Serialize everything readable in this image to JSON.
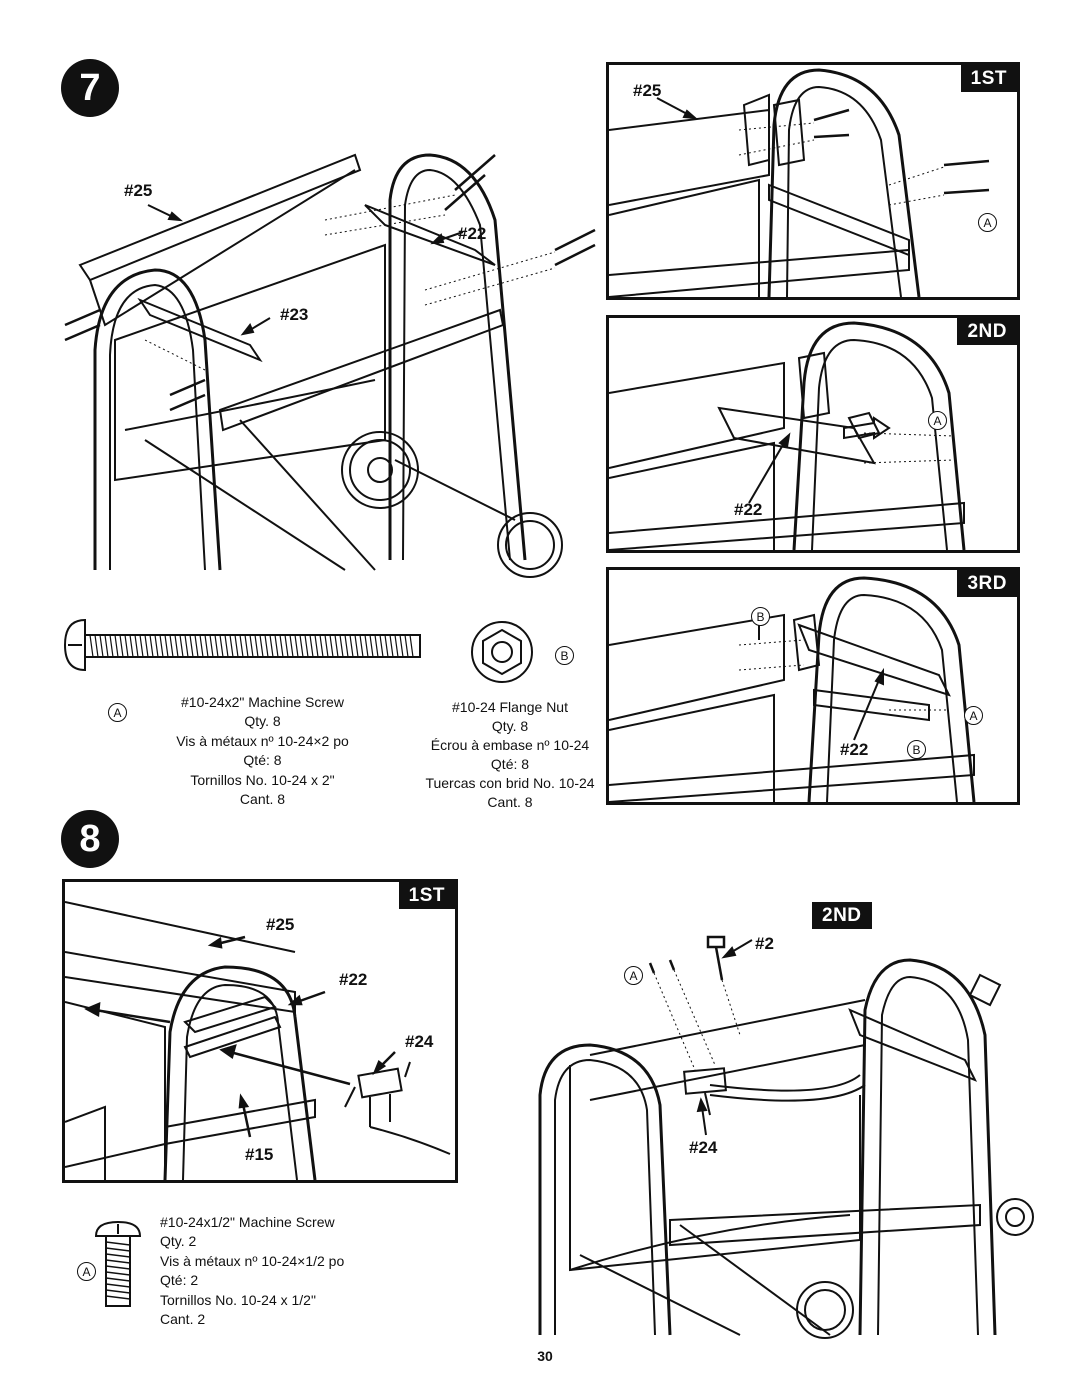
{
  "page_number": "30",
  "step7": {
    "number": "7",
    "main_labels": {
      "part25": "#25",
      "part22": "#22",
      "part23": "#23"
    },
    "panels": {
      "first": {
        "tag": "1ST",
        "part25": "#25",
        "circle_a": "A"
      },
      "second": {
        "tag": "2ND",
        "circle_a": "A",
        "part22": "#22"
      },
      "third": {
        "tag": "3RD",
        "circle_b_top": "B",
        "circle_a": "A",
        "part22": "#22",
        "circle_b": "B"
      }
    },
    "hardware_a": {
      "letter": "A",
      "lines": [
        "#10-24x2\" Machine Screw",
        "Qty. 8",
        "Vis à métaux nº 10-24×2 po",
        "Qté: 8",
        "Tornillos No. 10-24 x 2\"",
        "Cant. 8"
      ]
    },
    "hardware_b": {
      "letter": "B",
      "lines": [
        "#10-24 Flange Nut",
        "Qty. 8",
        "Écrou à embase nº 10-24",
        "Qté: 8",
        "Tuercas con brid No. 10-24",
        "Cant. 8"
      ]
    }
  },
  "step8": {
    "number": "8",
    "panel_first": {
      "tag": "1ST",
      "part25": "#25",
      "part22": "#22",
      "part24": "#24",
      "part15": "#15"
    },
    "panel_second": {
      "tag": "2ND",
      "part2": "#2",
      "circle_a": "A",
      "part24": "#24"
    },
    "hardware_a": {
      "letter": "A",
      "lines": [
        "#10-24x1/2\" Machine Screw",
        "Qty. 2",
        "Vis à métaux nº 10-24×1/2 po",
        "Qté: 2",
        "Tornillos No. 10-24 x 1/2\"",
        "Cant. 2"
      ]
    }
  }
}
